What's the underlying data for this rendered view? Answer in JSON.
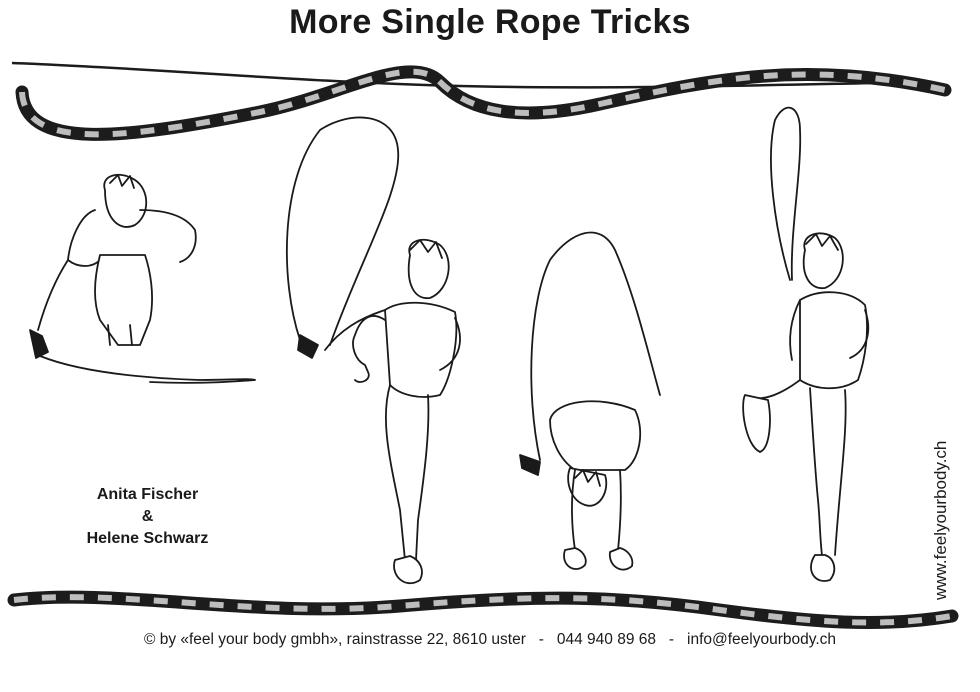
{
  "title": "More Single Rope Tricks",
  "authors": {
    "line1": "Anita Fischer",
    "line2": "&",
    "line3": "Helene Schwarz"
  },
  "website": "www.feelyourbody.ch",
  "footer": "© by «feel your body gmbh», rainstrasse 22, 8610 uster   -   044 940 89 68   -   info@feelyourbody.ch",
  "colors": {
    "ink": "#1a1a1a",
    "rope": "#1c1c1c",
    "rope_segment": "#bdbdbd"
  }
}
